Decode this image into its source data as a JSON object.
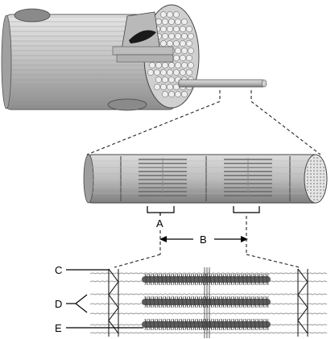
{
  "labels": {
    "A": "A",
    "B": "B",
    "C": "C",
    "D": "D",
    "E": "E"
  },
  "colors": {
    "fiber_light": "#d6d6d6",
    "fiber_mid": "#a8a8a8",
    "fiber_dark": "#6e6e6e",
    "thick_filament": "#5c5c5c",
    "thin_filament": "#9a9a9a"
  }
}
